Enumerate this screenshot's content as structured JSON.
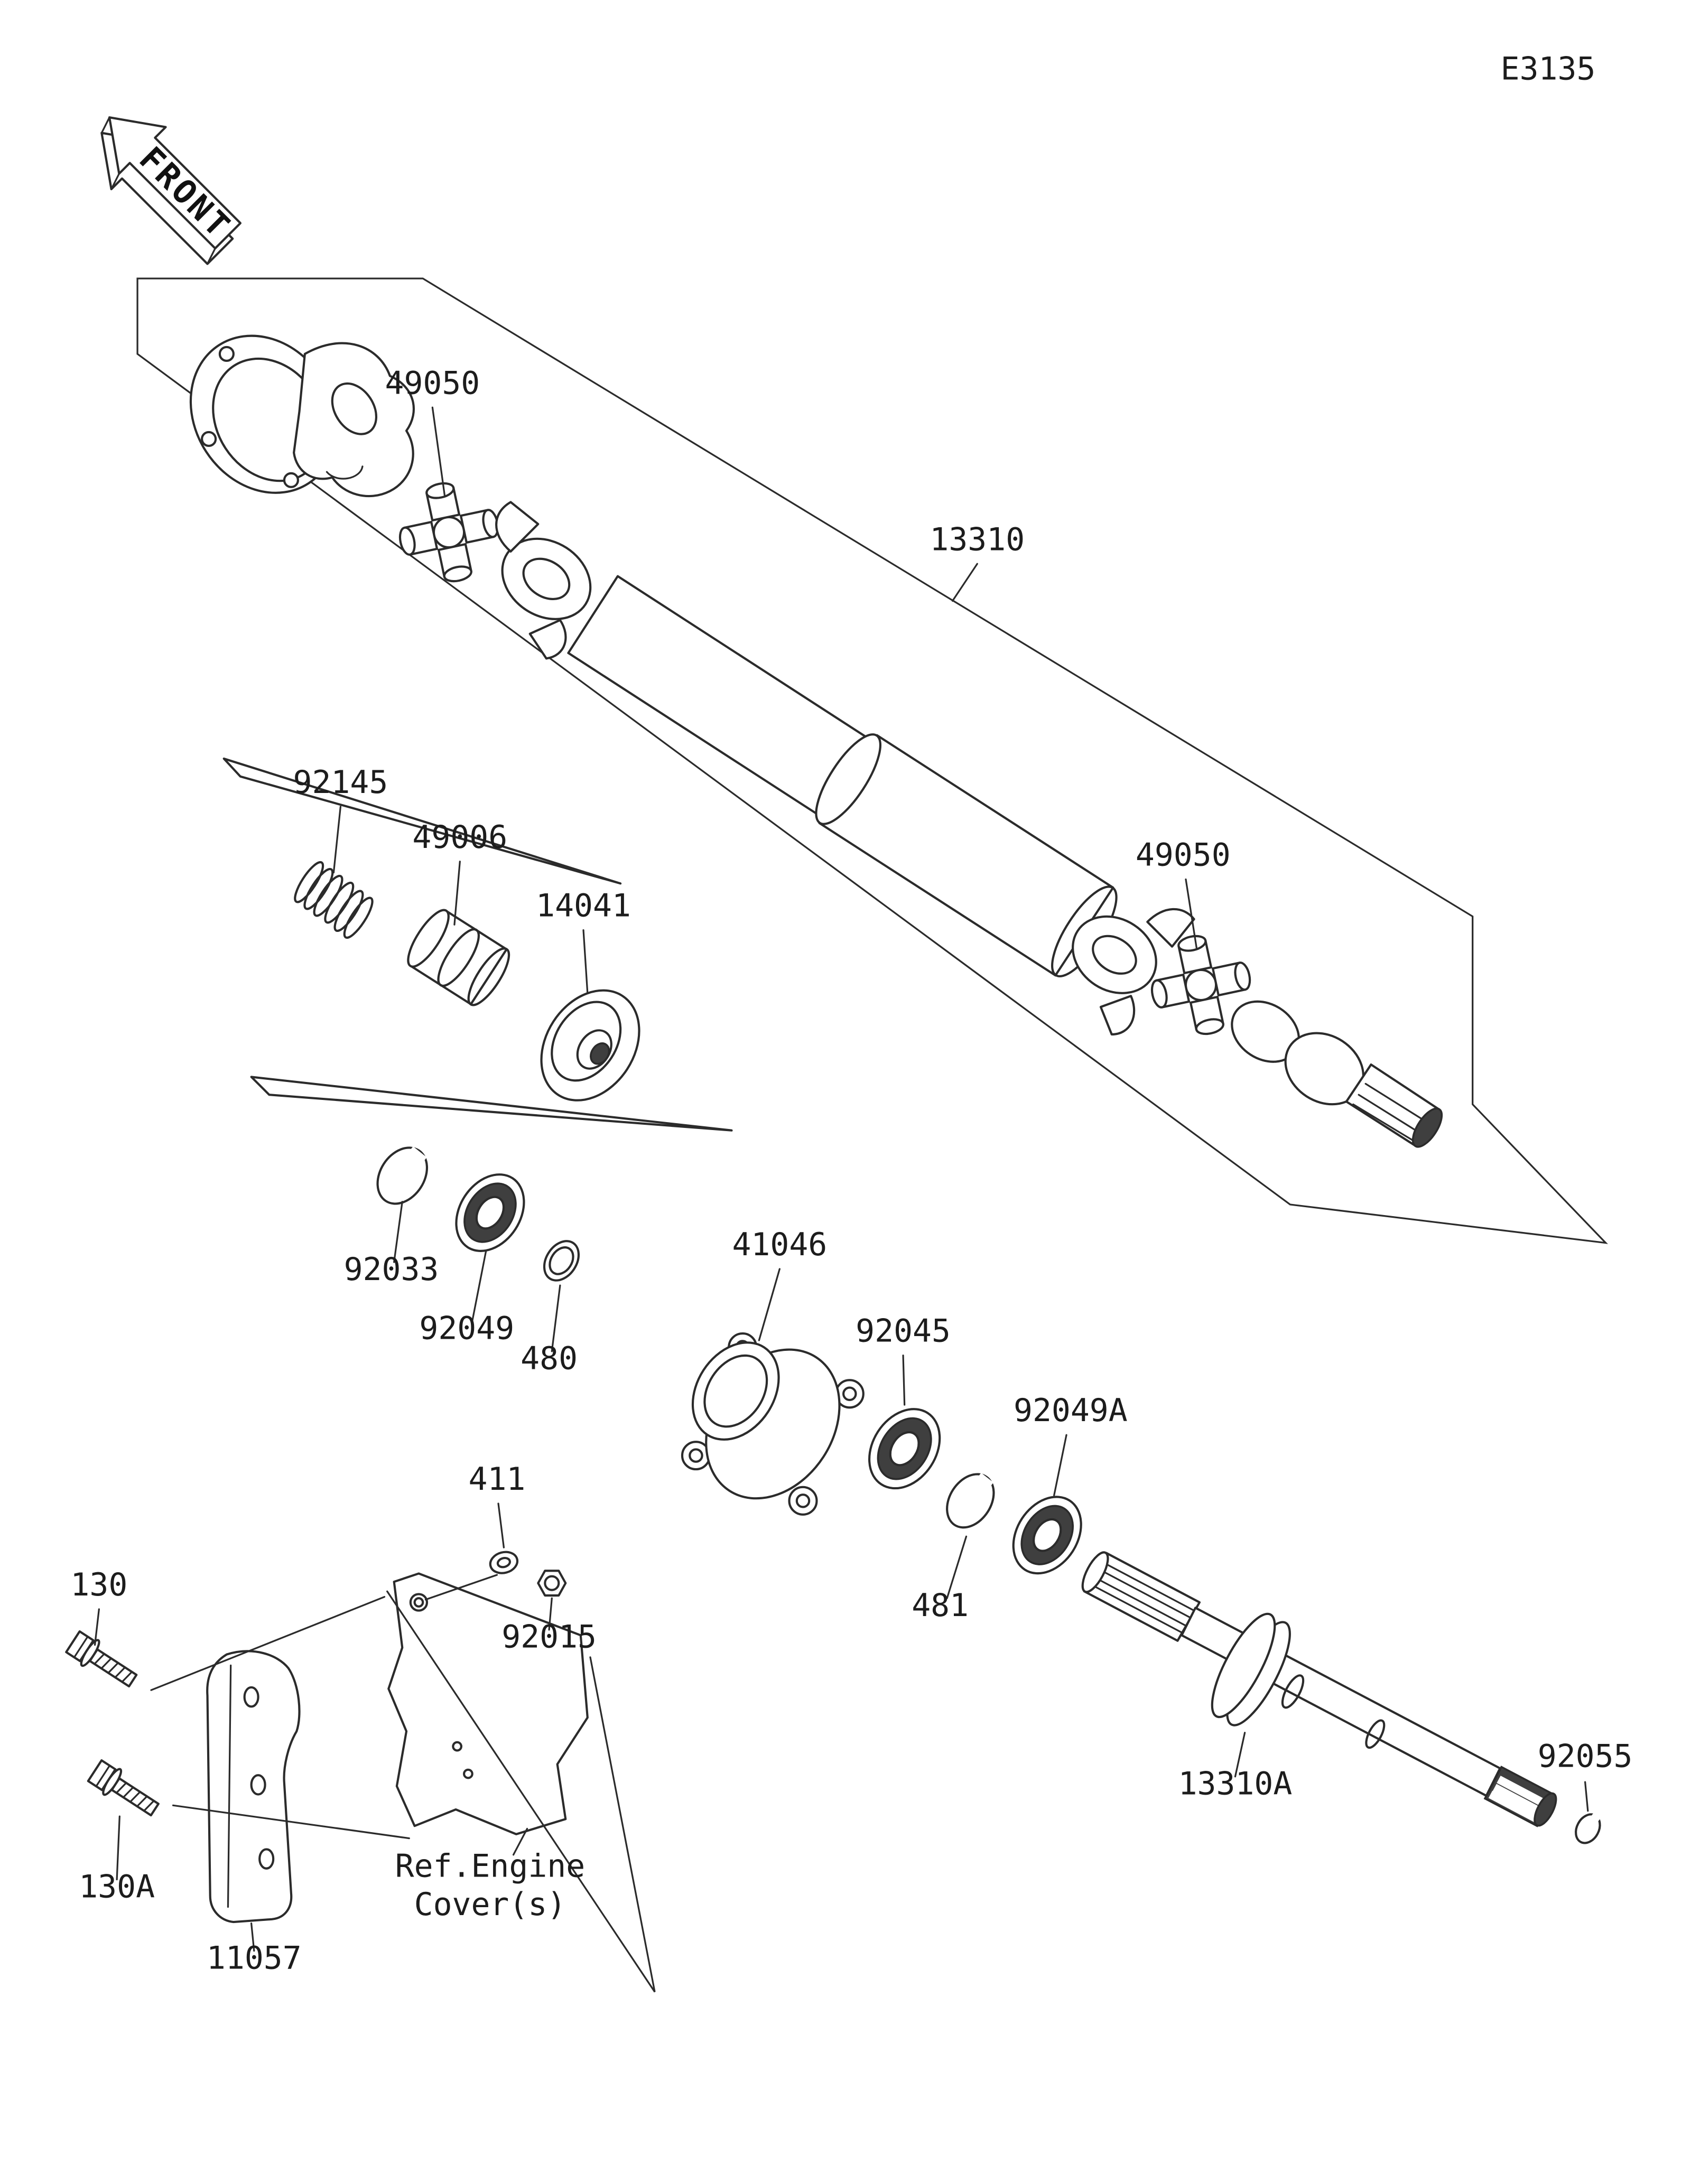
{
  "meta": {
    "page_code": "E3135"
  },
  "front_arrow": {
    "label": "FRONT"
  },
  "labels": {
    "ujoint_front": "49050",
    "propeller_shaft": "13310",
    "spring": "92145",
    "damper": "49006",
    "cover": "14041",
    "ujoint_rear": "49050",
    "circlip_92033": "92033",
    "oil_seal": "92049",
    "washer_480": "480",
    "bearing_case": "41046",
    "ball_bearing": "92045",
    "circlip_481": "481",
    "oil_seal_a": "92049A",
    "washer_411": "411",
    "nut": "92015",
    "bolt_130": "130",
    "bolt_130a": "130A",
    "bracket": "11057",
    "drive_shaft": "13310A",
    "circlip_92055": "92055"
  },
  "ref_note": {
    "line1": "Ref.Engine",
    "line2": "Cover(s)"
  }
}
